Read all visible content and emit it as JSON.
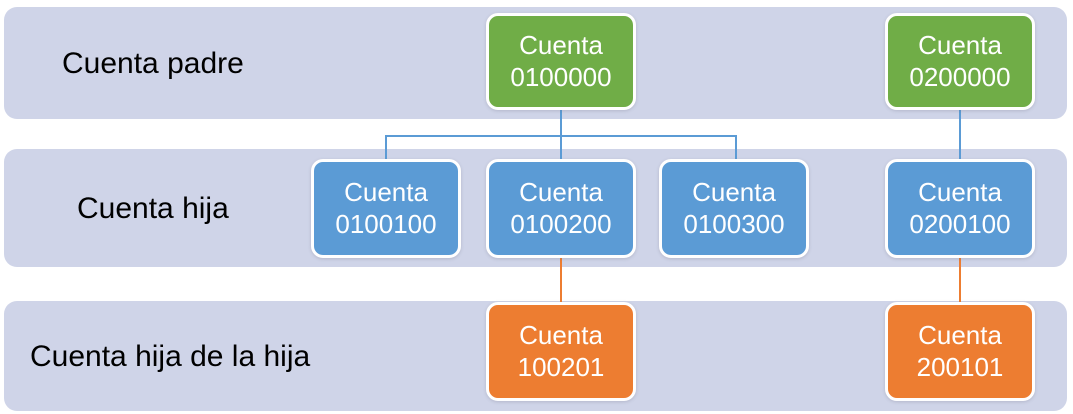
{
  "diagram": {
    "type": "org-hierarchy",
    "rows": [
      {
        "id": "parent",
        "label": "Cuenta padre"
      },
      {
        "id": "child",
        "label": "Cuenta hija"
      },
      {
        "id": "grandchild",
        "label": "Cuenta hija de la hija"
      }
    ],
    "nodes": [
      {
        "id": "p1",
        "title": "Cuenta",
        "code": "0100000",
        "level": "parent",
        "color": "green"
      },
      {
        "id": "p2",
        "title": "Cuenta",
        "code": "0200000",
        "level": "parent",
        "color": "green"
      },
      {
        "id": "c1",
        "title": "Cuenta",
        "code": "0100100",
        "level": "child",
        "color": "blue"
      },
      {
        "id": "c2",
        "title": "Cuenta",
        "code": "0100200",
        "level": "child",
        "color": "blue"
      },
      {
        "id": "c3",
        "title": "Cuenta",
        "code": "0100300",
        "level": "child",
        "color": "blue"
      },
      {
        "id": "c4",
        "title": "Cuenta",
        "code": "0200100",
        "level": "child",
        "color": "blue"
      },
      {
        "id": "o1",
        "title": "Cuenta",
        "code": "100201",
        "level": "grandchild",
        "color": "orange"
      },
      {
        "id": "o2",
        "title": "Cuenta",
        "code": "200101",
        "level": "grandchild",
        "color": "orange"
      }
    ],
    "edges": [
      {
        "from": "0100000",
        "to": "0100100",
        "color": "blue"
      },
      {
        "from": "0100000",
        "to": "0100200",
        "color": "blue"
      },
      {
        "from": "0100000",
        "to": "0100300",
        "color": "blue"
      },
      {
        "from": "0200000",
        "to": "0200100",
        "color": "blue"
      },
      {
        "from": "0100200",
        "to": "100201",
        "color": "orange"
      },
      {
        "from": "0200100",
        "to": "200101",
        "color": "orange"
      }
    ],
    "colors": {
      "band_background": "#cfd4e8",
      "node_green": "#70ad47",
      "node_blue": "#5b9bd5",
      "node_orange": "#ed7d31",
      "connector_blue": "#5b9bd5",
      "connector_orange": "#ed7d31",
      "node_border": "#ffffff",
      "node_text": "#ffffff",
      "label_text": "#000000",
      "page_background": "#ffffff"
    }
  }
}
